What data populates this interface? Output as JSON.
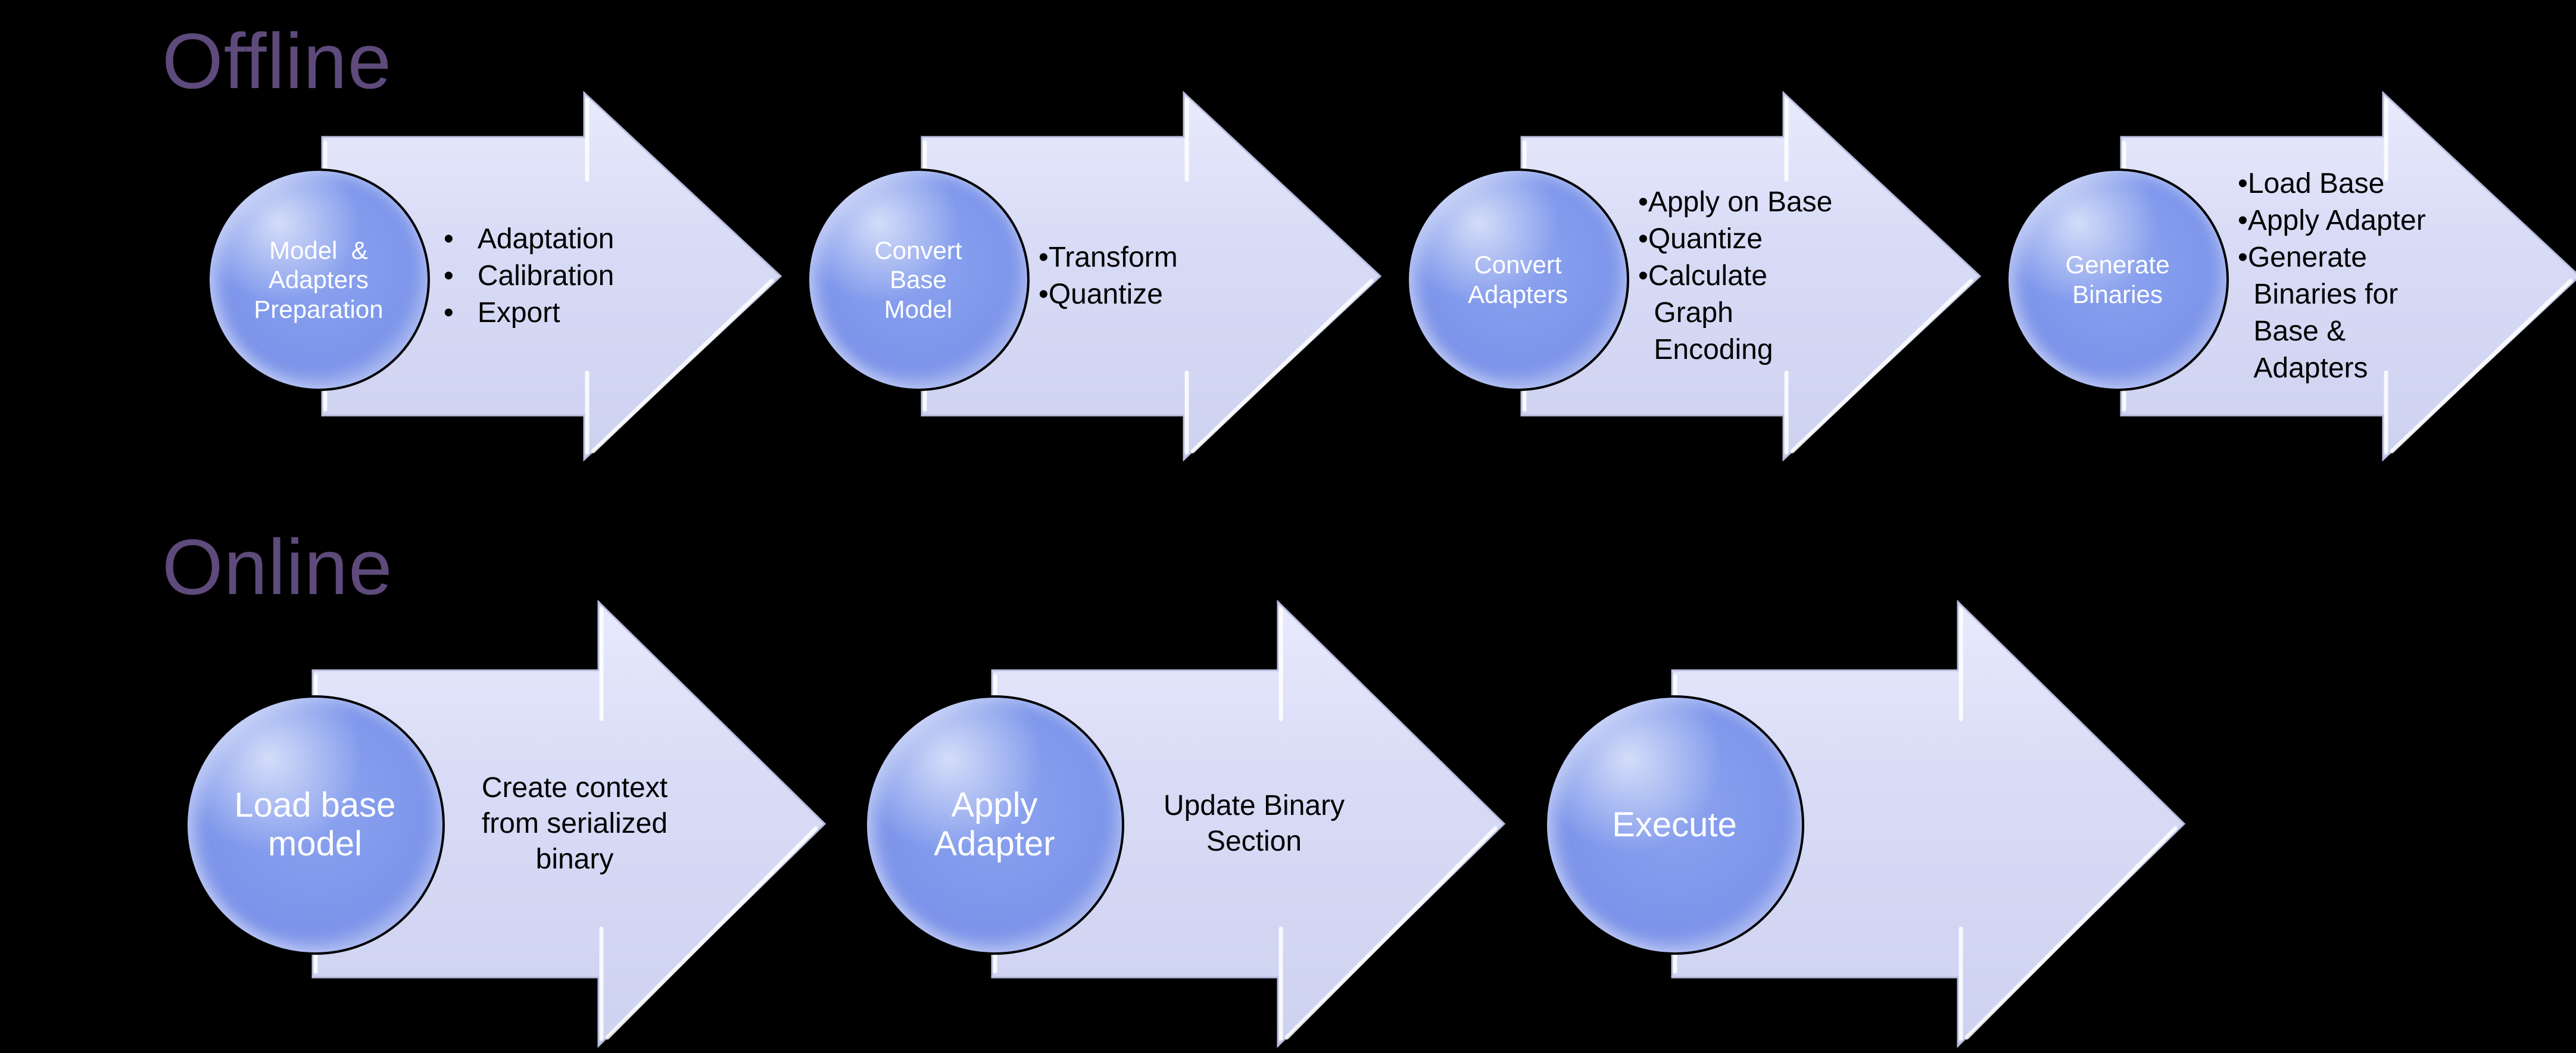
{
  "page": {
    "background_color": "#000000",
    "title_color": "#5e4a7b",
    "circle_fill_color": "#8099ec",
    "circle_text_color": "#ffffff",
    "arrow_fill_color": "#d7daf4",
    "arrow_text_color": "#000000"
  },
  "sections": [
    {
      "title": "Offline",
      "steps": [
        {
          "circle_label": "Model  &\nAdapters\nPreparation",
          "bullets": [
            "Adaptation",
            "Calibration",
            "Export"
          ]
        },
        {
          "circle_label": "Convert\nBase\nModel",
          "bullets": [
            "Transform",
            "Quantize"
          ]
        },
        {
          "circle_label": "Convert\nAdapters",
          "bullets": [
            "Apply on Base",
            "Quantize",
            "Calculate\nGraph\nEncoding"
          ]
        },
        {
          "circle_label": "Generate\nBinaries",
          "bullets": [
            "Load Base",
            "Apply Adapter",
            "Generate\nBinaries for\nBase &\nAdapters"
          ]
        }
      ]
    },
    {
      "title": "Online",
      "steps": [
        {
          "circle_label": "Load base\nmodel",
          "note": "Create context\nfrom serialized\nbinary"
        },
        {
          "circle_label": "Apply\nAdapter",
          "note": "Update Binary\nSection"
        },
        {
          "circle_label": "Execute",
          "note": ""
        }
      ]
    }
  ]
}
